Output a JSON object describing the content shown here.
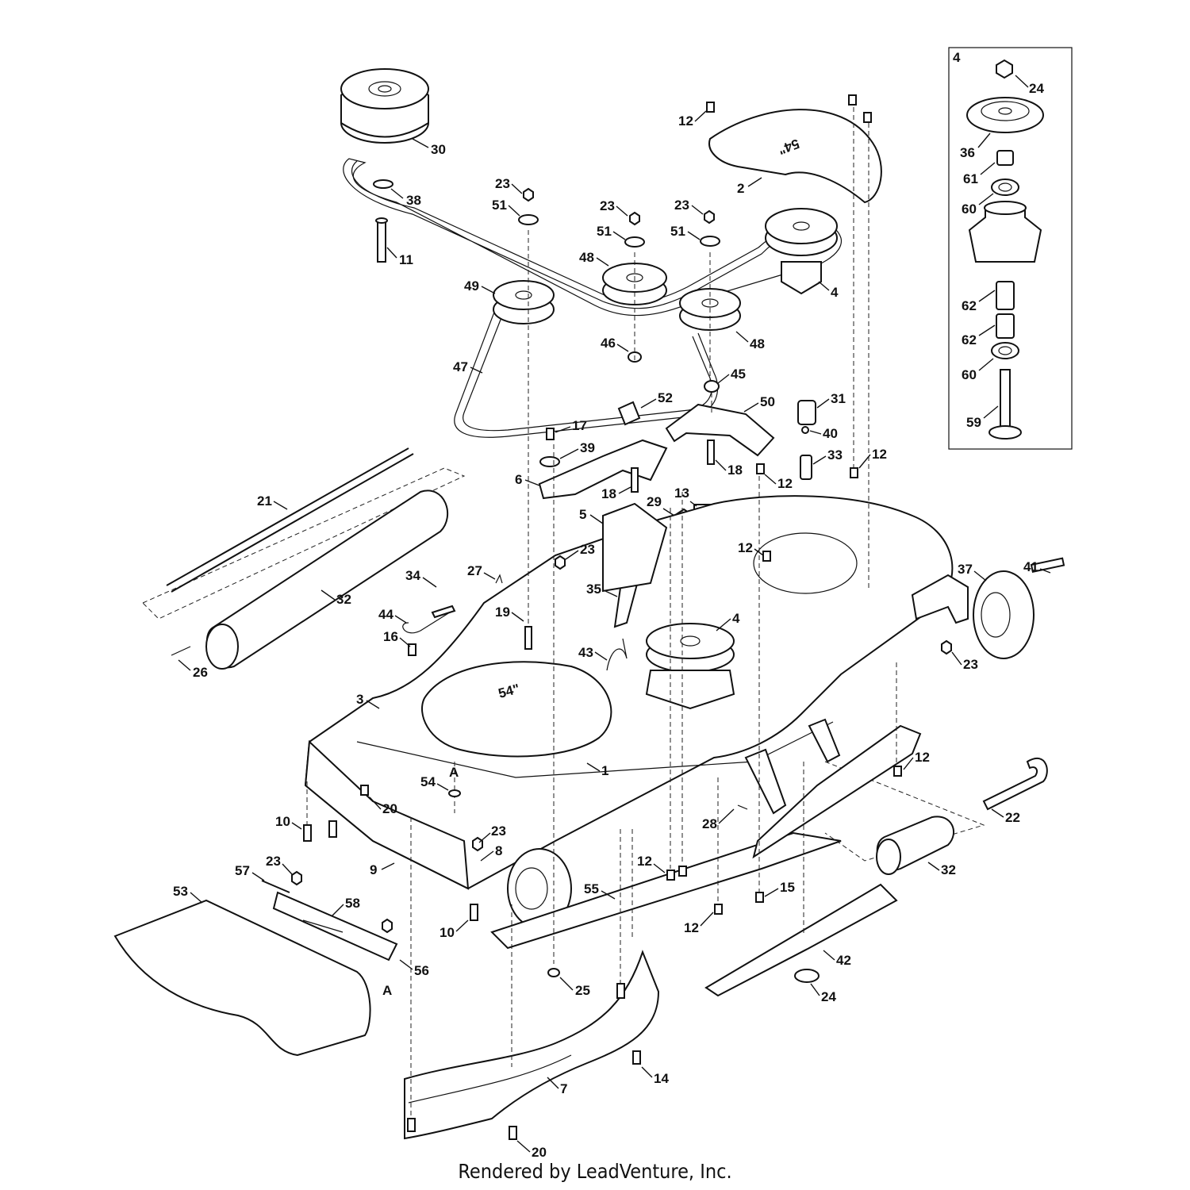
{
  "caption": "Rendered by LeadVenture, Inc.",
  "inset_label": "4",
  "callouts": {
    "c30": "30",
    "c38": "38",
    "c11": "11",
    "c23a": "23",
    "c51a": "51",
    "c49": "49",
    "c47": "47",
    "c23b": "23",
    "c51b": "51",
    "c48a": "48",
    "c46": "46",
    "c23c": "23",
    "c51c": "51",
    "c48b": "48",
    "c12a": "12",
    "c2": "2",
    "c4a": "4",
    "c45": "45",
    "c52": "52",
    "c50": "50",
    "c31": "31",
    "c40": "40",
    "c33": "33",
    "c12b": "12",
    "c17": "17",
    "c39": "39",
    "c6": "6",
    "c18a": "18",
    "c18b": "18",
    "c12c": "12",
    "c13": "13",
    "c29": "29",
    "c5": "5",
    "c21": "21",
    "c32a": "32",
    "c26": "26",
    "c34": "34",
    "c27": "27",
    "c23d": "23",
    "c35": "35",
    "c12d": "12",
    "c4b": "4",
    "c37": "37",
    "c41": "41",
    "c23e": "23",
    "c44": "44",
    "c16": "16",
    "c19": "19",
    "c43": "43",
    "c3": "3",
    "c1": "1",
    "cA1": "A",
    "c54": "54",
    "c10a": "10",
    "c20a": "20",
    "c12e": "12",
    "c22": "22",
    "c28": "28",
    "c32b": "32",
    "c23f": "23",
    "c8": "8",
    "c9": "9",
    "c12f": "12",
    "c15": "15",
    "c23g": "23",
    "c57": "57",
    "c53": "53",
    "c58": "58",
    "c55": "55",
    "c12g": "12",
    "c10b": "10",
    "c42": "42",
    "c56": "56",
    "cA2": "A",
    "c25": "25",
    "c24a": "24",
    "c14": "14",
    "c7": "7",
    "c20b": "20",
    "i24": "24",
    "i36": "36",
    "i61": "61",
    "i60a": "60",
    "i62a": "62",
    "i62b": "62",
    "i60b": "60",
    "i59": "59"
  },
  "center_deck_marking": "54\""
}
